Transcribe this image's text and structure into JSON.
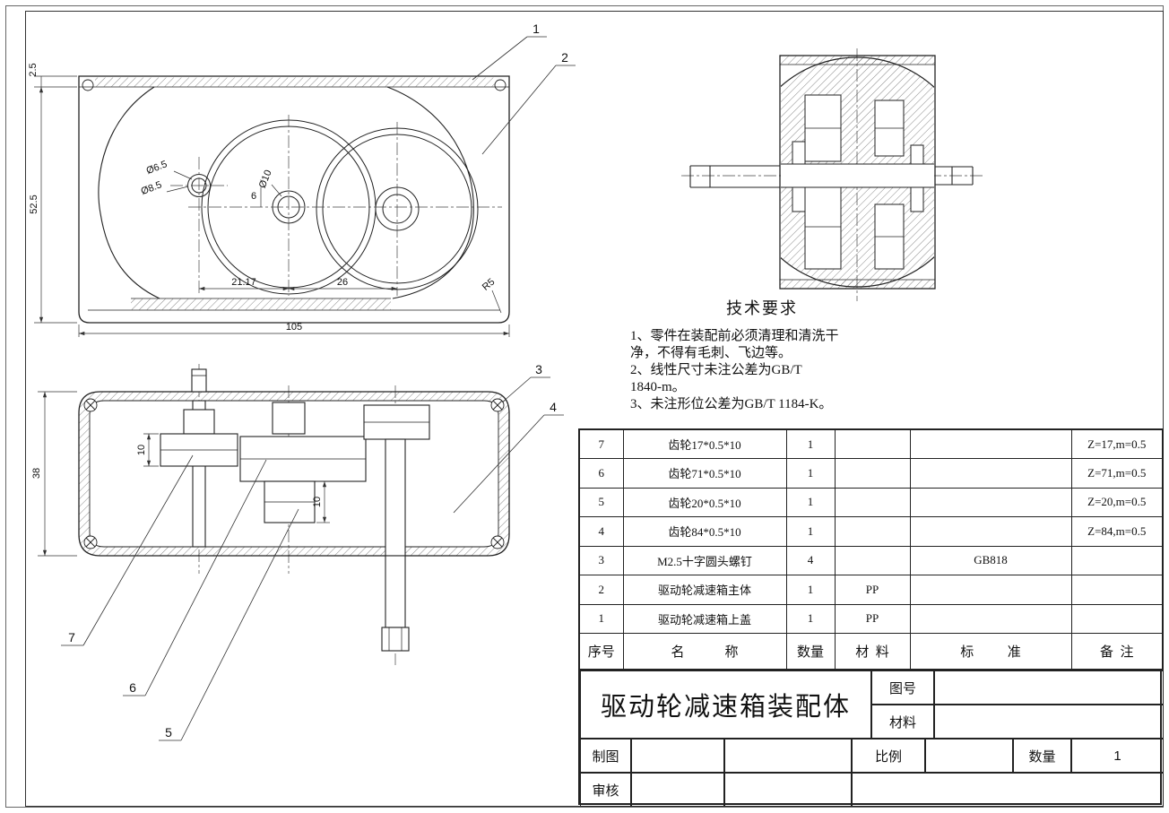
{
  "top_view": {
    "callout_1": "1",
    "callout_2": "2",
    "dim_25": "2.5",
    "dim_525": "52.5",
    "dim_105": "105",
    "dim_2117": "21.17",
    "dim_26": "26",
    "dim_6": "6",
    "dim_d65": "Ø6.5",
    "dim_d85": "Ø8.5",
    "dim_d10": "Ø10",
    "dim_r5": "R5"
  },
  "front_view": {
    "callout_3": "3",
    "callout_4": "4",
    "callout_5": "5",
    "callout_6": "6",
    "callout_7": "7",
    "dim_38": "38",
    "dim_10a": "10",
    "dim_10b": "10"
  },
  "tech_req": {
    "title": "技术要求",
    "line1": "1、零件在装配前必须清理和清洗干",
    "line2": "净，不得有毛刺、飞边等。",
    "line3": "2、线性尺寸未注公差为GB/T",
    "line4": "1840-m。",
    "line5": "3、未注形位公差为GB/T  1184-K。"
  },
  "bom": {
    "header": {
      "no": "序号",
      "name": "名            称",
      "qty": "数量",
      "material": "材  料",
      "standard": "标          准",
      "note": "备  注"
    },
    "rows": [
      {
        "no": "7",
        "name": "齿轮17*0.5*10",
        "qty": "1",
        "material": "",
        "standard": "",
        "note": "Z=17,m=0.5"
      },
      {
        "no": "6",
        "name": "齿轮71*0.5*10",
        "qty": "1",
        "material": "",
        "standard": "",
        "note": "Z=71,m=0.5"
      },
      {
        "no": "5",
        "name": "齿轮20*0.5*10",
        "qty": "1",
        "material": "",
        "standard": "",
        "note": "Z=20,m=0.5"
      },
      {
        "no": "4",
        "name": "齿轮84*0.5*10",
        "qty": "1",
        "material": "",
        "standard": "",
        "note": "Z=84,m=0.5"
      },
      {
        "no": "3",
        "name": "M2.5十字圆头螺钉",
        "qty": "4",
        "material": "",
        "standard": "GB818",
        "note": ""
      },
      {
        "no": "2",
        "name": "驱动轮减速箱主体",
        "qty": "1",
        "material": "PP",
        "standard": "",
        "note": ""
      },
      {
        "no": "1",
        "name": "驱动轮减速箱上盖",
        "qty": "1",
        "material": "PP",
        "standard": "",
        "note": ""
      }
    ]
  },
  "title_block": {
    "title": "驱动轮减速箱装配体",
    "drawing_no": "图号",
    "material": "材料",
    "draft": "制图",
    "audit": "审核",
    "scale": "比例",
    "qty": "数量",
    "qty_value": "1"
  }
}
